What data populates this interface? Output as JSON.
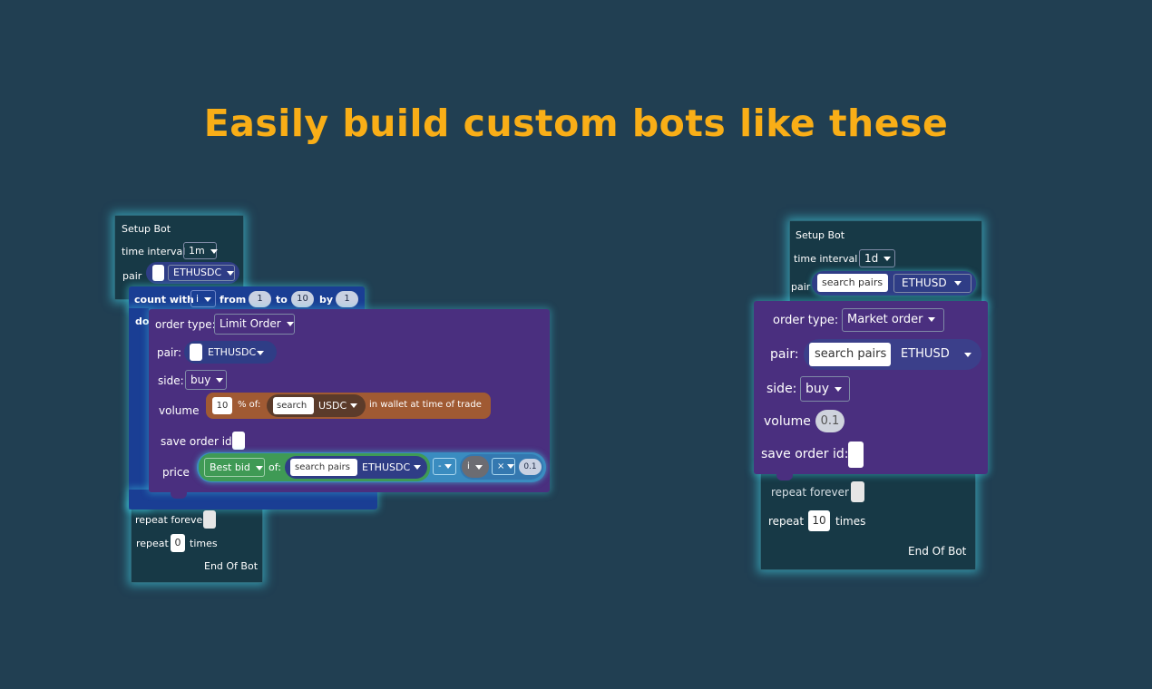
{
  "headline": "Easily build custom bots like these",
  "colors": {
    "background": "#213f52",
    "headline": "#f9ae17",
    "setup_block": "#173946",
    "order_block": "#4a2f7f",
    "loop_block": "#1a3e94",
    "volume_block": "#a05a33",
    "price_block": "#3f9a55",
    "math_block": "#3a8cc0",
    "glow": "#41d7eb"
  },
  "left_bot": {
    "setup_label": "Setup Bot",
    "time_interval_label": "time interval",
    "time_interval_value": "1m",
    "pair_label": "pair",
    "pair_value": "ETHUSDC",
    "loop": {
      "label": "count with",
      "var": "i",
      "from_label": "from",
      "from_value": "1",
      "to_label": "to",
      "to_value": "10",
      "by_label": "by",
      "by_value": "1",
      "do_label": "do"
    },
    "order": {
      "type_label": "order type:",
      "type_value": "Limit Order",
      "pair_label": "pair:",
      "pair_value": "ETHUSDC",
      "side_label": "side:",
      "side_value": "buy",
      "volume_label": "volume",
      "volume_value": "10",
      "volume_pct_label": "% of:",
      "volume_search": "search",
      "volume_currency": "USDC",
      "volume_suffix": "in wallet at time of trade",
      "save_label": "save order id:",
      "price_label": "price",
      "price_source": "Best bid",
      "price_of_label": "of:",
      "price_search": "search pairs",
      "price_pair": "ETHUSDC",
      "math_op_1": "-",
      "math_var": "i",
      "math_op_2": "×",
      "math_value": "0.1"
    },
    "repeat_forever_label": "repeat forever",
    "repeat_label": "repeat",
    "repeat_value": "0",
    "times_label": "times",
    "end_label": "End Of Bot"
  },
  "right_bot": {
    "setup_label": "Setup Bot",
    "time_interval_label": "time interval",
    "time_interval_value": "1d",
    "pair_label": "pair",
    "pair_search": "search pairs",
    "pair_value": "ETHUSD",
    "order": {
      "type_label": "order type:",
      "type_value": "Market order",
      "pair_label": "pair:",
      "pair_search": "search pairs",
      "pair_value": "ETHUSD",
      "side_label": "side:",
      "side_value": "buy",
      "volume_label": "volume",
      "volume_value": "0.1",
      "save_label": "save order id:"
    },
    "repeat_forever_label": "repeat forever",
    "repeat_label": "repeat",
    "repeat_value": "10",
    "times_label": "times",
    "end_label": "End Of Bot"
  }
}
